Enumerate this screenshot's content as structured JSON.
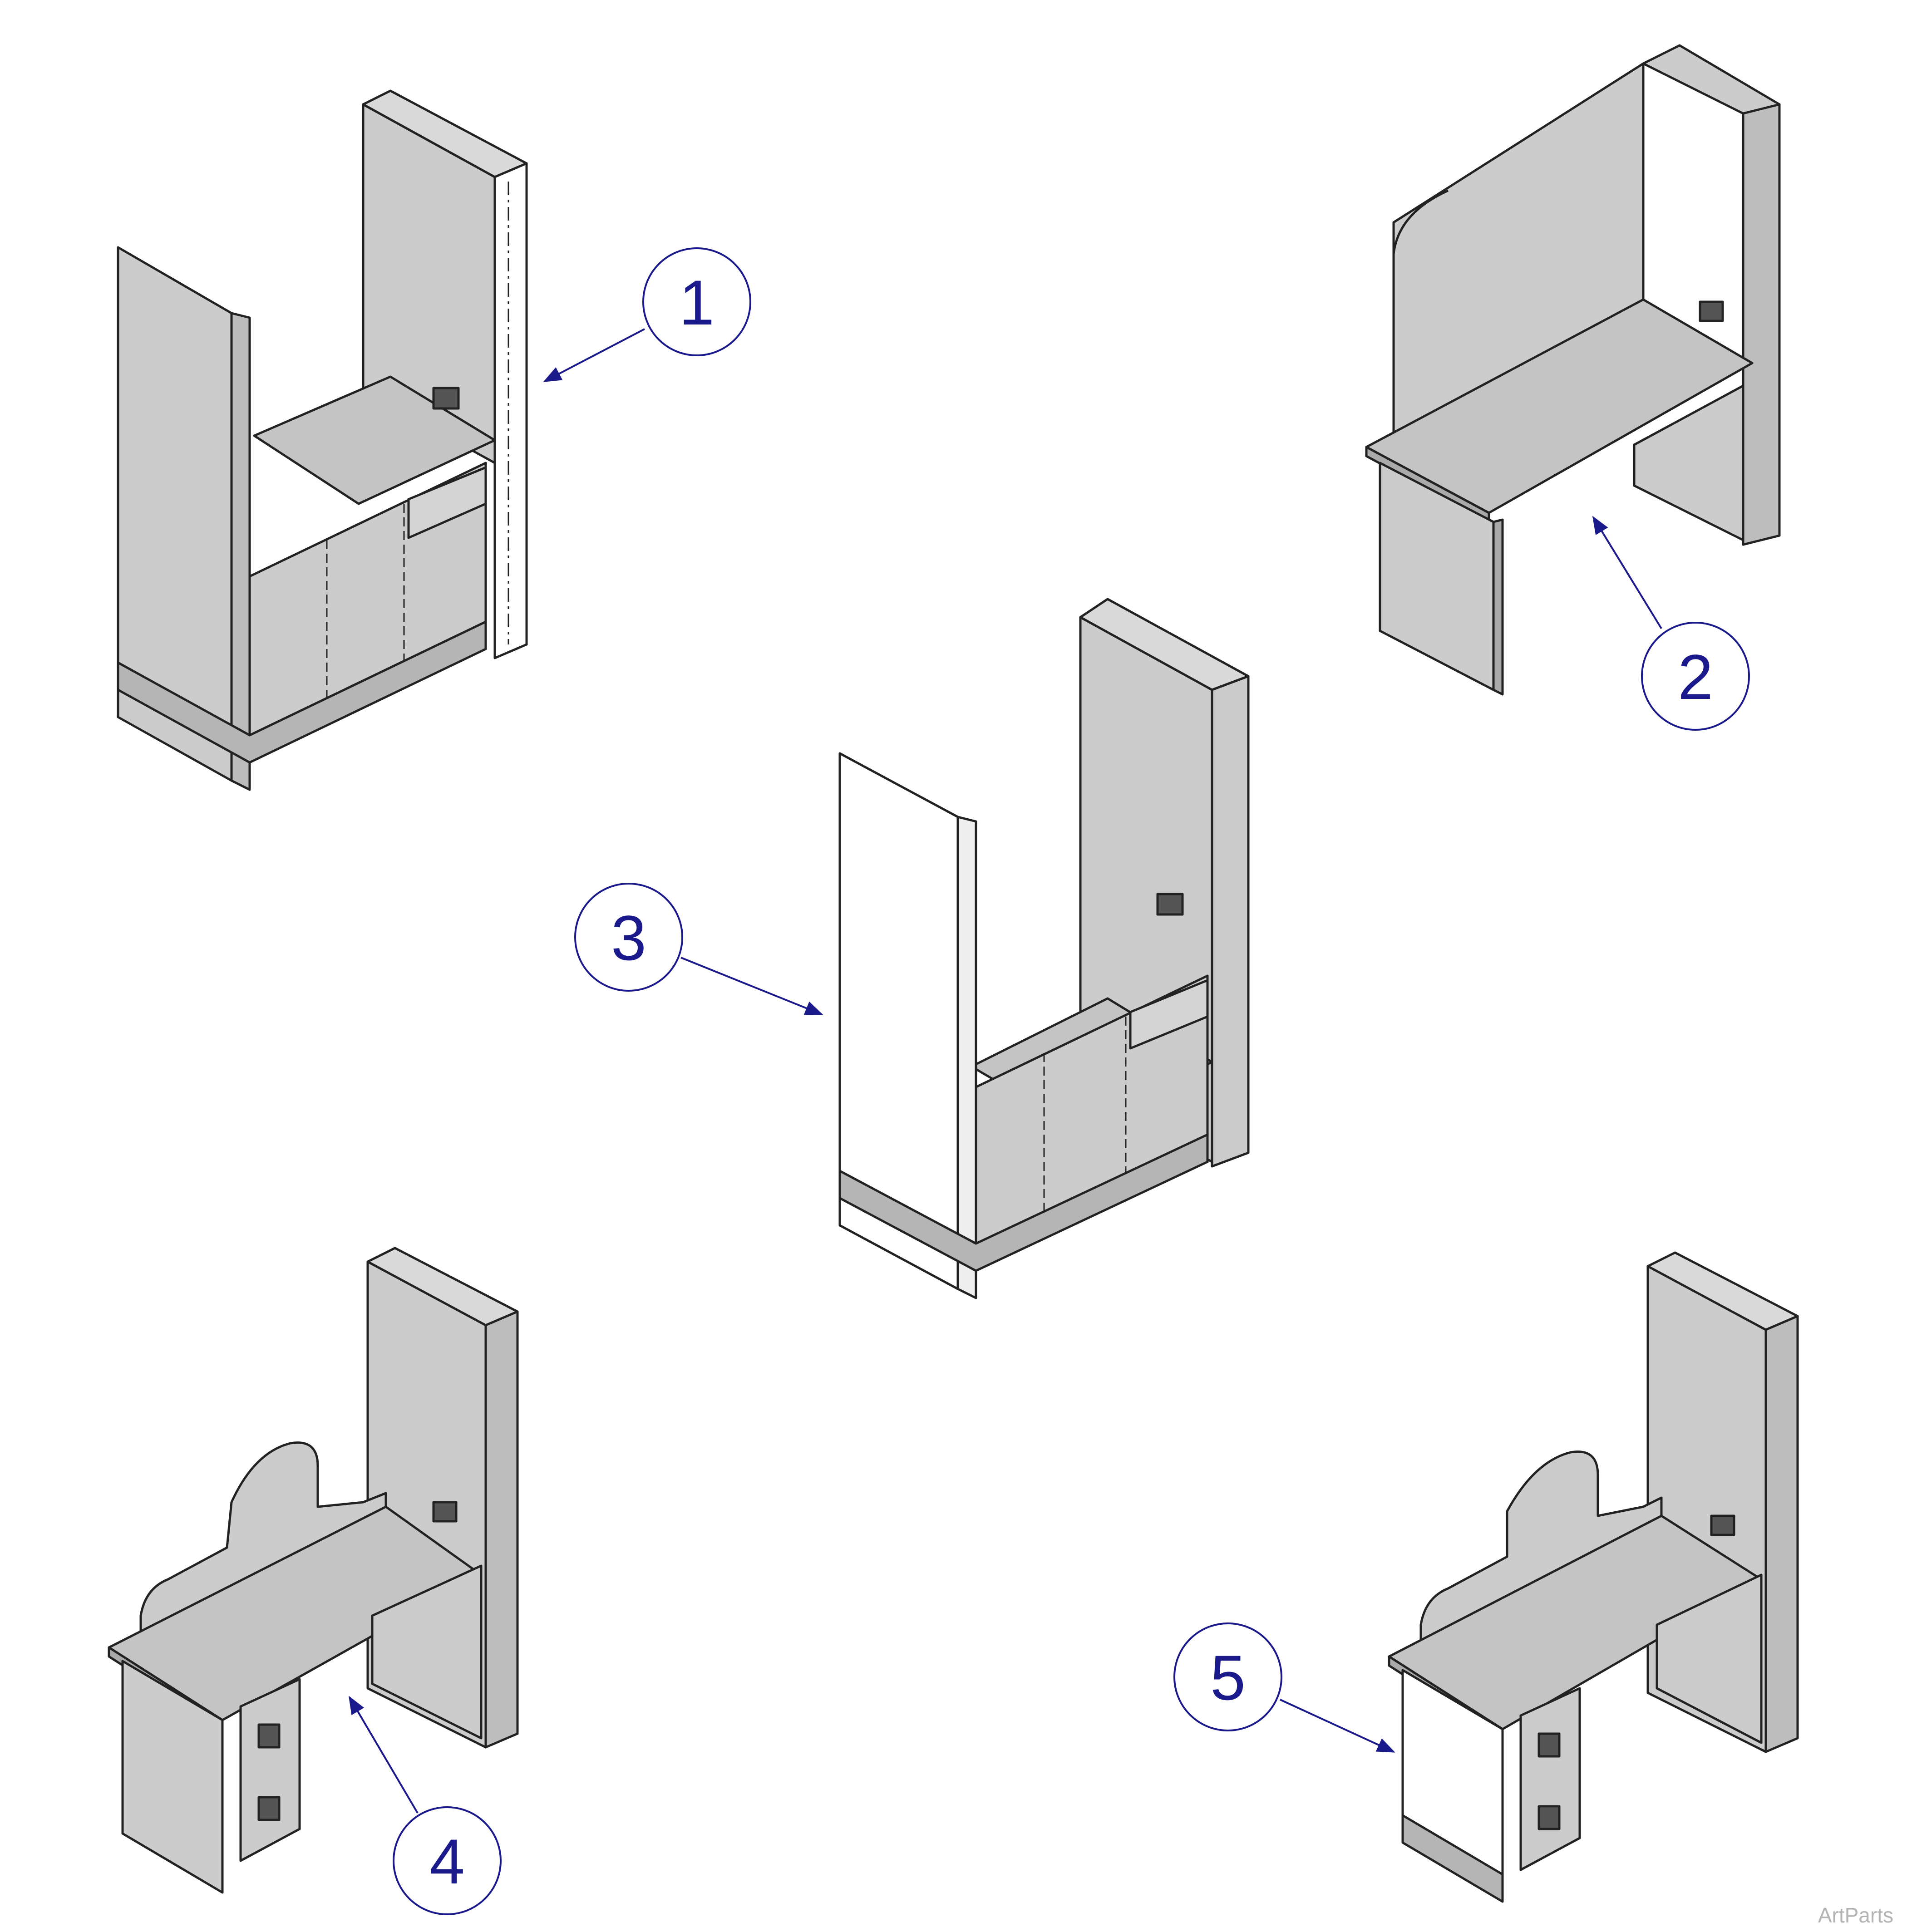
{
  "callouts": [
    {
      "id": "1",
      "label": "1"
    },
    {
      "id": "2",
      "label": "2"
    },
    {
      "id": "3",
      "label": "3"
    },
    {
      "id": "4",
      "label": "4"
    },
    {
      "id": "5",
      "label": "5"
    }
  ],
  "watermark": "ArtParts",
  "colors": {
    "callout_stroke": "#1a1a8c",
    "panel_fill": "#cccccc",
    "highlight_fill": "#ffffff",
    "outline": "#222222"
  }
}
